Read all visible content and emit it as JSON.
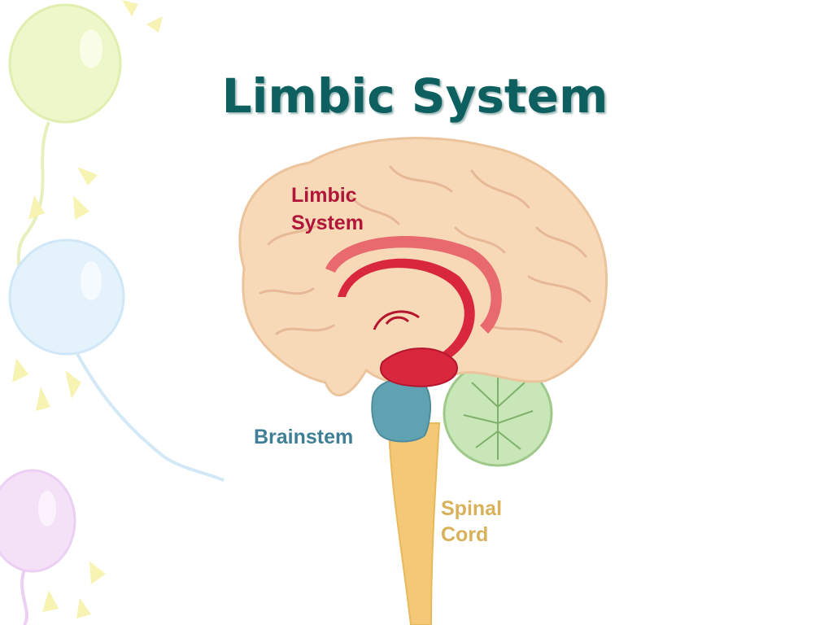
{
  "slide": {
    "title": "Limbic System"
  },
  "diagram": {
    "labels": {
      "limbic_line1": "Limbic",
      "limbic_line2": "System",
      "brainstem": "Brainstem",
      "spinal_line1": "Spinal",
      "spinal_line2": "Cord"
    },
    "colors": {
      "title": "#0e5f5f",
      "limbic_label": "#b0153a",
      "brainstem_label": "#3f7f95",
      "spinal_label": "#d8b25a",
      "cerebrum": "#f7d9b8",
      "limbic": "#d9283e",
      "brainstem": "#5fa3b3",
      "spinal_cord": "#f3c978",
      "cerebellum": "#c8e6b8"
    }
  }
}
